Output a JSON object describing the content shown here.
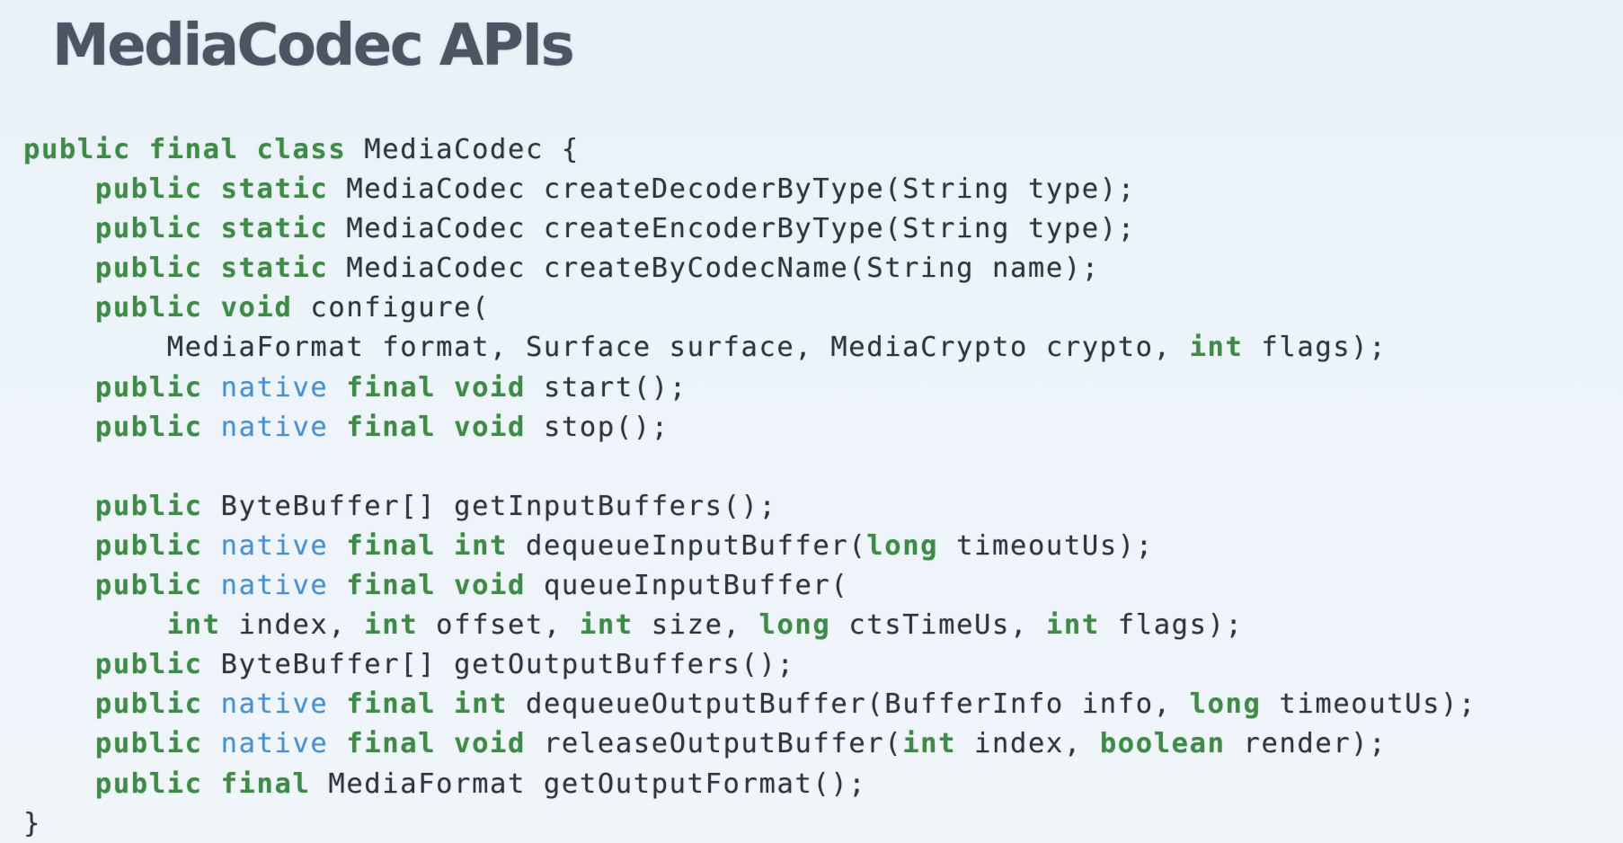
{
  "slide": {
    "title": "MediaCodec APIs",
    "code_lines": [
      {
        "indent": "",
        "tokens": [
          {
            "t": "kw",
            "s": "public final class"
          },
          {
            "t": "text",
            "s": " MediaCodec {"
          }
        ]
      },
      {
        "indent": "    ",
        "tokens": [
          {
            "t": "kw",
            "s": "public static"
          },
          {
            "t": "text",
            "s": " MediaCodec createDecoderByType(String type);"
          }
        ]
      },
      {
        "indent": "    ",
        "tokens": [
          {
            "t": "kw",
            "s": "public static"
          },
          {
            "t": "text",
            "s": " MediaCodec createEncoderByType(String type);"
          }
        ]
      },
      {
        "indent": "    ",
        "tokens": [
          {
            "t": "kw",
            "s": "public static"
          },
          {
            "t": "text",
            "s": " MediaCodec createByCodecName(String name);"
          }
        ]
      },
      {
        "indent": "    ",
        "tokens": [
          {
            "t": "kw",
            "s": "public void"
          },
          {
            "t": "text",
            "s": " configure("
          }
        ]
      },
      {
        "indent": "        ",
        "tokens": [
          {
            "t": "text",
            "s": "MediaFormat format, Surface surface, MediaCrypto crypto, "
          },
          {
            "t": "kw",
            "s": "int"
          },
          {
            "t": "text",
            "s": " flags);"
          }
        ]
      },
      {
        "indent": "    ",
        "tokens": [
          {
            "t": "kw",
            "s": "public"
          },
          {
            "t": "text",
            "s": " "
          },
          {
            "t": "native",
            "s": "native"
          },
          {
            "t": "text",
            "s": " "
          },
          {
            "t": "kw",
            "s": "final void"
          },
          {
            "t": "text",
            "s": " start();"
          }
        ]
      },
      {
        "indent": "    ",
        "tokens": [
          {
            "t": "kw",
            "s": "public"
          },
          {
            "t": "text",
            "s": " "
          },
          {
            "t": "native",
            "s": "native"
          },
          {
            "t": "text",
            "s": " "
          },
          {
            "t": "kw",
            "s": "final void"
          },
          {
            "t": "text",
            "s": " stop();"
          }
        ]
      },
      {
        "indent": "",
        "tokens": []
      },
      {
        "indent": "    ",
        "tokens": [
          {
            "t": "kw",
            "s": "public"
          },
          {
            "t": "text",
            "s": " ByteBuffer[] getInputBuffers();"
          }
        ]
      },
      {
        "indent": "    ",
        "tokens": [
          {
            "t": "kw",
            "s": "public"
          },
          {
            "t": "text",
            "s": " "
          },
          {
            "t": "native",
            "s": "native"
          },
          {
            "t": "text",
            "s": " "
          },
          {
            "t": "kw",
            "s": "final int"
          },
          {
            "t": "text",
            "s": " dequeueInputBuffer("
          },
          {
            "t": "kw",
            "s": "long"
          },
          {
            "t": "text",
            "s": " timeoutUs);"
          }
        ]
      },
      {
        "indent": "    ",
        "tokens": [
          {
            "t": "kw",
            "s": "public"
          },
          {
            "t": "text",
            "s": " "
          },
          {
            "t": "native",
            "s": "native"
          },
          {
            "t": "text",
            "s": " "
          },
          {
            "t": "kw",
            "s": "final void"
          },
          {
            "t": "text",
            "s": " queueInputBuffer("
          }
        ]
      },
      {
        "indent": "        ",
        "tokens": [
          {
            "t": "kw",
            "s": "int"
          },
          {
            "t": "text",
            "s": " index, "
          },
          {
            "t": "kw",
            "s": "int"
          },
          {
            "t": "text",
            "s": " offset, "
          },
          {
            "t": "kw",
            "s": "int"
          },
          {
            "t": "text",
            "s": " size, "
          },
          {
            "t": "kw",
            "s": "long"
          },
          {
            "t": "text",
            "s": " ctsTimeUs, "
          },
          {
            "t": "kw",
            "s": "int"
          },
          {
            "t": "text",
            "s": " flags);"
          }
        ]
      },
      {
        "indent": "    ",
        "tokens": [
          {
            "t": "kw",
            "s": "public"
          },
          {
            "t": "text",
            "s": " ByteBuffer[] getOutputBuffers();"
          }
        ]
      },
      {
        "indent": "    ",
        "tokens": [
          {
            "t": "kw",
            "s": "public"
          },
          {
            "t": "text",
            "s": " "
          },
          {
            "t": "native",
            "s": "native"
          },
          {
            "t": "text",
            "s": " "
          },
          {
            "t": "kw",
            "s": "final int"
          },
          {
            "t": "text",
            "s": " dequeueOutputBuffer(BufferInfo info, "
          },
          {
            "t": "kw",
            "s": "long"
          },
          {
            "t": "text",
            "s": " timeoutUs);"
          }
        ]
      },
      {
        "indent": "    ",
        "tokens": [
          {
            "t": "kw",
            "s": "public"
          },
          {
            "t": "text",
            "s": " "
          },
          {
            "t": "native",
            "s": "native"
          },
          {
            "t": "text",
            "s": " "
          },
          {
            "t": "kw",
            "s": "final void"
          },
          {
            "t": "text",
            "s": " releaseOutputBuffer("
          },
          {
            "t": "kw",
            "s": "int"
          },
          {
            "t": "text",
            "s": " index, "
          },
          {
            "t": "kw",
            "s": "boolean"
          },
          {
            "t": "text",
            "s": " render);"
          }
        ]
      },
      {
        "indent": "    ",
        "tokens": [
          {
            "t": "kw",
            "s": "public final"
          },
          {
            "t": "text",
            "s": " MediaFormat getOutputFormat();"
          }
        ]
      },
      {
        "indent": "",
        "tokens": [
          {
            "t": "text",
            "s": "}"
          }
        ]
      }
    ]
  },
  "colors": {
    "keyword": "#3e8a46",
    "native_keyword": "#4a8fd0",
    "text": "#2f3540",
    "title": "#4d5563",
    "background": "#edf4f9"
  }
}
